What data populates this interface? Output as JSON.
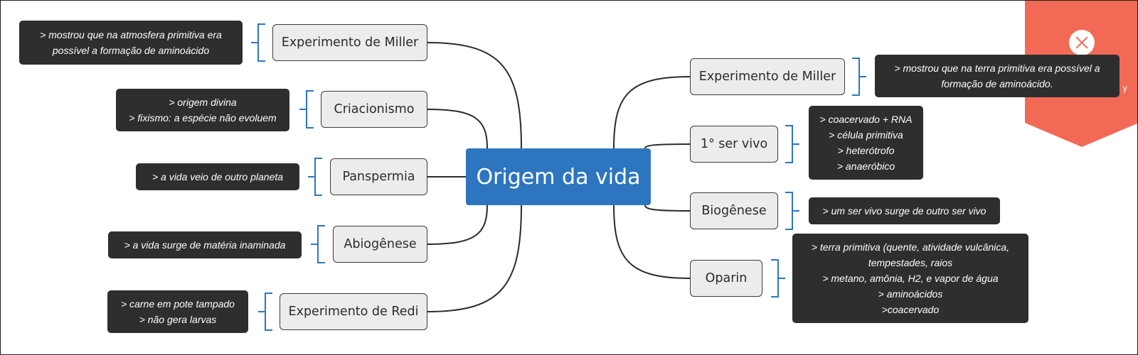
{
  "central_topic": "Origem da vida",
  "colors": {
    "central": "#2d76bf",
    "topic_fill": "#ececec",
    "note_fill": "#2e2e2e",
    "bracket": "#2d76bf",
    "banner": "#f26a55"
  },
  "banner": {
    "icon": "close-icon",
    "trailing_text": "o y"
  },
  "left_topics": [
    {
      "label": "Experimento de Miller",
      "note": [
        "> mostrou que na atmosfera  primitiva era",
        "possível  a formação de aminoácido"
      ]
    },
    {
      "label": "Criacionismo",
      "note": [
        "> origem divina",
        "> fixismo: a espécie não evoluem"
      ]
    },
    {
      "label": "Panspermia",
      "note": [
        "> a vida veio de outro planeta"
      ]
    },
    {
      "label": "Abiogênese",
      "note": [
        "> a vida surge de matéria inaminada"
      ]
    },
    {
      "label": "Experimento de Redi",
      "note": [
        "> carne em pote tampado",
        "> não gera larvas"
      ]
    }
  ],
  "right_topics": [
    {
      "label": "Experimento de Miller",
      "note": [
        "> mostrou que na terra primitiva era possível a",
        "formação de aminoácido."
      ]
    },
    {
      "label": "1° ser vivo",
      "note": [
        "> coacervado + RNA",
        "> célula primitiva",
        "> heterótrofo",
        "> anaeróbico"
      ]
    },
    {
      "label": "Biogênese",
      "note": [
        "> um ser vivo surge de outro ser vivo"
      ]
    },
    {
      "label": "Oparin",
      "note": [
        "> terra primitiva (quente, atividade vulcânica,",
        "tempestades, raios",
        "> metano, amônia, H2, e vapor de água",
        "> aminoácidos",
        ">coacervado"
      ]
    }
  ]
}
